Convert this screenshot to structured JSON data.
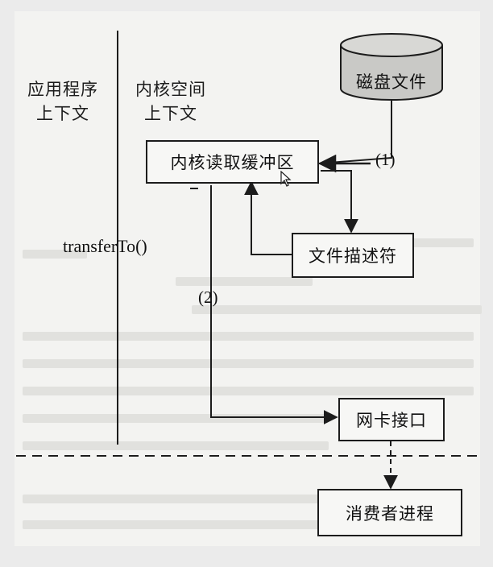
{
  "labels": {
    "app_context": "应用程序\n上下文",
    "kernel_context": "内核空间\n上下文",
    "transfer_call": "transferTo()"
  },
  "nodes": {
    "disk_file": "磁盘文件",
    "kernel_buffer": "内核读取缓冲区",
    "file_descriptor": "文件描述符",
    "nic": "网卡接口",
    "consumer": "消费者进程"
  },
  "steps": {
    "step1": "(1)",
    "step2": "(2)"
  },
  "colors": {
    "ink": "#1c1c1c",
    "background": "#f3f3f1",
    "cylinder_fill": "#c9c9c6"
  }
}
